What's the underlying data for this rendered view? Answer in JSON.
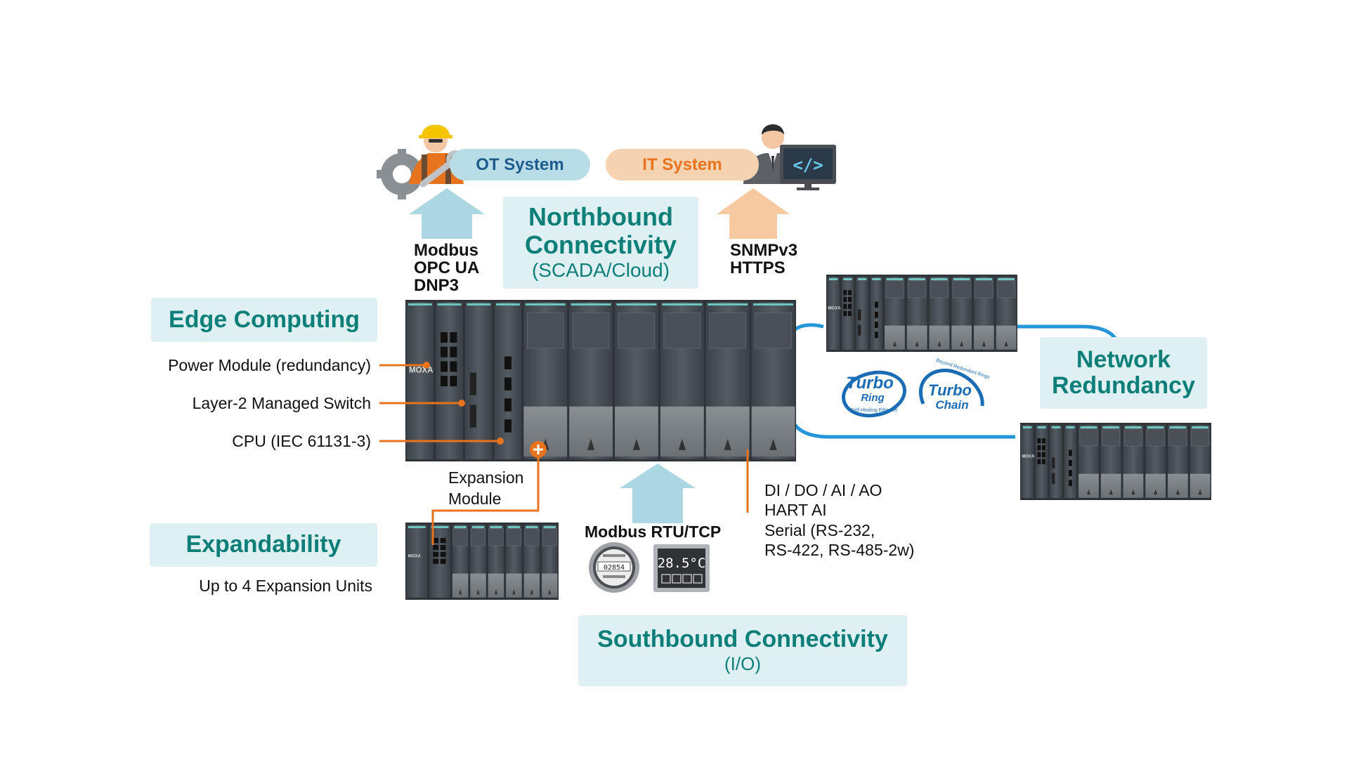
{
  "ot_system": {
    "label": "OT System"
  },
  "it_system": {
    "label": "IT System"
  },
  "northbound": {
    "title_line1": "Northbound",
    "title_line2": "Connectivity",
    "subtitle": "(SCADA/Cloud)"
  },
  "ot_protocols": [
    "Modbus",
    "OPC UA",
    "DNP3"
  ],
  "it_protocols": [
    "SNMPv3",
    "HTTPS"
  ],
  "edge_computing": {
    "title": "Edge Computing"
  },
  "module_labels": [
    "Power Module (redundancy)",
    "Layer-2 Managed Switch",
    "CPU (IEC 61131-3)"
  ],
  "expansion_module": [
    "Expansion",
    "Module"
  ],
  "expandability": {
    "title": "Expandability",
    "subtitle": "Up to 4 Expansion Units"
  },
  "modbus_rtu": {
    "label": "Modbus RTU/TCP"
  },
  "io_list": [
    "DI / DO / AI / AO",
    "HART AI",
    "Serial (RS-232,",
    "RS-422, RS-485-2w)"
  ],
  "southbound": {
    "title": "Southbound Connectivity",
    "subtitle": "(I/O)"
  },
  "network_redundancy": {
    "title_line1": "Network",
    "title_line2": "Redundancy"
  },
  "turbo_ring": {
    "word1": "Turbo",
    "word2": "Ring",
    "tagline": "Self-Healing Ethernet"
  },
  "turbo_chain": {
    "word1": "Turbo",
    "word2": "Chain",
    "tagline": "Beyond Redundant Rings"
  },
  "brand": {
    "logo": "MOXA"
  },
  "meter_display": "02854",
  "temp_display": "28.5°C",
  "colors": {
    "teal_text": "#0e7f78",
    "box_bg": "#dff0f3",
    "ot_pill": "#b9dde7",
    "ot_text": "#1e5c8e",
    "it_pill": "#f6d3b0",
    "it_text": "#e8731e",
    "orange_line": "#e8731e",
    "ring_blue": "#2495d8",
    "arrow_blue": "#aad7e2",
    "arrow_orange": "#f6c9a0"
  }
}
